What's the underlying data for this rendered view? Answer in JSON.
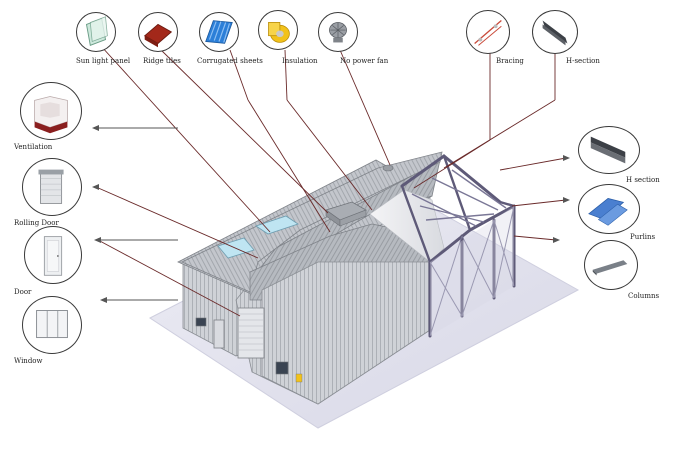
{
  "components_top": [
    {
      "name": "sun-light-panel",
      "label": "Sun light panel"
    },
    {
      "name": "ridge-tiles",
      "label": "Ridge tiles"
    },
    {
      "name": "corrugated-sheets",
      "label": "Corrugated sheets"
    },
    {
      "name": "insulation",
      "label": "Insulation"
    },
    {
      "name": "no-power-fan",
      "label": "No power fan"
    },
    {
      "name": "bracing",
      "label": "Bracing"
    },
    {
      "name": "h-section-top",
      "label": "H-section"
    }
  ],
  "components_left": [
    {
      "name": "ventilation",
      "label": "Ventilation"
    },
    {
      "name": "rolling-door",
      "label": "Rolling Door"
    },
    {
      "name": "door",
      "label": "Door"
    },
    {
      "name": "window",
      "label": "Window"
    }
  ],
  "components_right": [
    {
      "name": "h-section-right",
      "label": "H section"
    },
    {
      "name": "purlins",
      "label": "Purlins"
    },
    {
      "name": "columns",
      "label": "Columns"
    }
  ],
  "colors": {
    "roof": "#b8bcc2",
    "wall": "#c9ccd1",
    "steel_frame": "#5e5a78",
    "floor": "#e3e3ee",
    "pointer": "#6a2a2a",
    "ridge_tile": "#a3281a",
    "corrugated": "#2c7fd8",
    "insulation": "#f2c21a"
  }
}
